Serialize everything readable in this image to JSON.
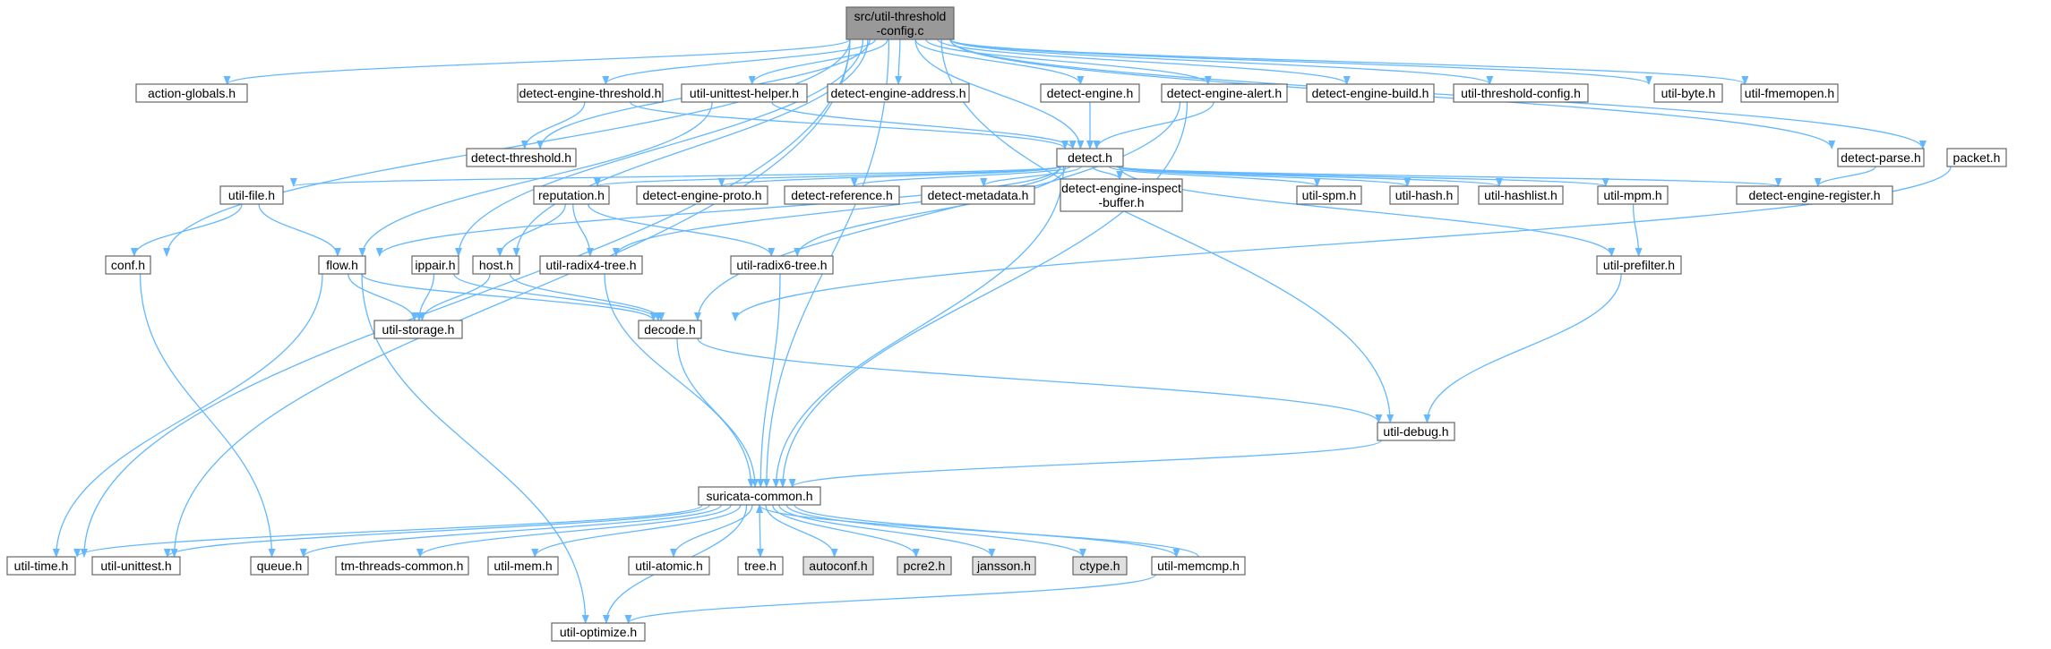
{
  "colors": {
    "root_fill": "#999999",
    "normal_fill": "#ffffff",
    "normal_border": "#666666",
    "red_border": "#ff0000",
    "gray_fill": "#e0e0e0",
    "edge": "#63b8ff"
  },
  "nodes": [
    {
      "id": "root",
      "lines": [
        "src/util-threshold",
        "-config.c"
      ],
      "style": "root"
    },
    {
      "id": "action-globals",
      "lines": [
        "action-globals.h"
      ],
      "style": "normal"
    },
    {
      "id": "detect-engine-threshold",
      "lines": [
        "detect-engine-threshold.h"
      ],
      "style": "normal"
    },
    {
      "id": "util-unittest-helper",
      "lines": [
        "util-unittest-helper.h"
      ],
      "style": "normal"
    },
    {
      "id": "detect-engine-address",
      "lines": [
        "detect-engine-address.h"
      ],
      "style": "normal"
    },
    {
      "id": "detect-engine",
      "lines": [
        "detect-engine.h"
      ],
      "style": "red"
    },
    {
      "id": "detect-engine-alert",
      "lines": [
        "detect-engine-alert.h"
      ],
      "style": "normal"
    },
    {
      "id": "detect-engine-build",
      "lines": [
        "detect-engine-build.h"
      ],
      "style": "normal"
    },
    {
      "id": "util-threshold-config",
      "lines": [
        "util-threshold-config.h"
      ],
      "style": "normal"
    },
    {
      "id": "util-byte",
      "lines": [
        "util-byte.h"
      ],
      "style": "red"
    },
    {
      "id": "util-fmemopen",
      "lines": [
        "util-fmemopen.h"
      ],
      "style": "red"
    },
    {
      "id": "detect-threshold",
      "lines": [
        "detect-threshold.h"
      ],
      "style": "normal"
    },
    {
      "id": "detect",
      "lines": [
        "detect.h"
      ],
      "style": "normal"
    },
    {
      "id": "detect-parse",
      "lines": [
        "detect-parse.h"
      ],
      "style": "red"
    },
    {
      "id": "packet",
      "lines": [
        "packet.h"
      ],
      "style": "red"
    },
    {
      "id": "util-file",
      "lines": [
        "util-file.h"
      ],
      "style": "red"
    },
    {
      "id": "reputation",
      "lines": [
        "reputation.h"
      ],
      "style": "normal"
    },
    {
      "id": "detect-engine-proto",
      "lines": [
        "detect-engine-proto.h"
      ],
      "style": "normal"
    },
    {
      "id": "detect-reference",
      "lines": [
        "detect-reference.h"
      ],
      "style": "normal"
    },
    {
      "id": "detect-metadata",
      "lines": [
        "detect-metadata.h"
      ],
      "style": "normal"
    },
    {
      "id": "detect-engine-inspect-buffer",
      "lines": [
        "detect-engine-inspect",
        "-buffer.h"
      ],
      "style": "normal"
    },
    {
      "id": "util-spm",
      "lines": [
        "util-spm.h"
      ],
      "style": "red"
    },
    {
      "id": "util-hash",
      "lines": [
        "util-hash.h"
      ],
      "style": "normal"
    },
    {
      "id": "util-hashlist",
      "lines": [
        "util-hashlist.h"
      ],
      "style": "normal"
    },
    {
      "id": "util-mpm",
      "lines": [
        "util-mpm.h"
      ],
      "style": "red"
    },
    {
      "id": "detect-engine-register",
      "lines": [
        "detect-engine-register.h"
      ],
      "style": "normal"
    },
    {
      "id": "conf",
      "lines": [
        "conf.h"
      ],
      "style": "normal"
    },
    {
      "id": "flow",
      "lines": [
        "flow.h"
      ],
      "style": "red"
    },
    {
      "id": "ippair",
      "lines": [
        "ippair.h"
      ],
      "style": "normal"
    },
    {
      "id": "host",
      "lines": [
        "host.h"
      ],
      "style": "normal"
    },
    {
      "id": "util-radix4-tree",
      "lines": [
        "util-radix4-tree.h"
      ],
      "style": "normal"
    },
    {
      "id": "util-radix6-tree",
      "lines": [
        "util-radix6-tree.h"
      ],
      "style": "normal"
    },
    {
      "id": "util-prefilter",
      "lines": [
        "util-prefilter.h"
      ],
      "style": "normal"
    },
    {
      "id": "util-storage",
      "lines": [
        "util-storage.h"
      ],
      "style": "normal"
    },
    {
      "id": "decode",
      "lines": [
        "decode.h"
      ],
      "style": "red"
    },
    {
      "id": "util-debug",
      "lines": [
        "util-debug.h"
      ],
      "style": "red"
    },
    {
      "id": "suricata-common",
      "lines": [
        "suricata-common.h"
      ],
      "style": "normal"
    },
    {
      "id": "util-time",
      "lines": [
        "util-time.h"
      ],
      "style": "normal"
    },
    {
      "id": "util-unittest",
      "lines": [
        "util-unittest.h"
      ],
      "style": "normal"
    },
    {
      "id": "queue",
      "lines": [
        "queue.h"
      ],
      "style": "normal"
    },
    {
      "id": "tm-threads-common",
      "lines": [
        "tm-threads-common.h"
      ],
      "style": "normal"
    },
    {
      "id": "util-mem",
      "lines": [
        "util-mem.h"
      ],
      "style": "normal"
    },
    {
      "id": "util-atomic",
      "lines": [
        "util-atomic.h"
      ],
      "style": "normal"
    },
    {
      "id": "tree",
      "lines": [
        "tree.h"
      ],
      "style": "normal"
    },
    {
      "id": "autoconf",
      "lines": [
        "autoconf.h"
      ],
      "style": "gray"
    },
    {
      "id": "pcre2",
      "lines": [
        "pcre2.h"
      ],
      "style": "gray"
    },
    {
      "id": "jansson",
      "lines": [
        "jansson.h"
      ],
      "style": "gray"
    },
    {
      "id": "ctype",
      "lines": [
        "ctype.h"
      ],
      "style": "gray"
    },
    {
      "id": "util-memcmp",
      "lines": [
        "util-memcmp.h"
      ],
      "style": "normal"
    },
    {
      "id": "util-optimize",
      "lines": [
        "util-optimize.h"
      ],
      "style": "normal"
    }
  ],
  "edges": [
    [
      "root",
      "action-globals"
    ],
    [
      "root",
      "detect-engine-threshold"
    ],
    [
      "root",
      "util-unittest-helper"
    ],
    [
      "root",
      "detect-engine-address"
    ],
    [
      "root",
      "detect-engine"
    ],
    [
      "root",
      "detect-engine-alert"
    ],
    [
      "root",
      "detect-engine-build"
    ],
    [
      "root",
      "util-threshold-config"
    ],
    [
      "root",
      "util-byte"
    ],
    [
      "root",
      "util-fmemopen"
    ],
    [
      "root",
      "detect-threshold"
    ],
    [
      "root",
      "detect"
    ],
    [
      "root",
      "detect-parse"
    ],
    [
      "root",
      "packet"
    ],
    [
      "root",
      "conf"
    ],
    [
      "root",
      "ippair"
    ],
    [
      "root",
      "host"
    ],
    [
      "root",
      "suricata-common"
    ],
    [
      "root",
      "util-time"
    ],
    [
      "root",
      "util-unittest"
    ],
    [
      "root",
      "util-debug"
    ],
    [
      "detect-engine-threshold",
      "detect-threshold"
    ],
    [
      "detect-engine-threshold",
      "detect"
    ],
    [
      "util-unittest-helper",
      "detect"
    ],
    [
      "util-unittest-helper",
      "flow"
    ],
    [
      "detect-engine",
      "detect"
    ],
    [
      "detect-engine-alert",
      "detect"
    ],
    [
      "detect-engine-alert",
      "decode"
    ],
    [
      "detect-engine-alert",
      "suricata-common"
    ],
    [
      "detect-parse",
      "detect-engine-register"
    ],
    [
      "packet",
      "decode"
    ],
    [
      "detect",
      "util-file"
    ],
    [
      "detect",
      "reputation"
    ],
    [
      "detect",
      "detect-engine-proto"
    ],
    [
      "detect",
      "detect-reference"
    ],
    [
      "detect",
      "detect-metadata"
    ],
    [
      "detect",
      "detect-engine-inspect-buffer"
    ],
    [
      "detect",
      "util-spm"
    ],
    [
      "detect",
      "util-hash"
    ],
    [
      "detect",
      "util-hashlist"
    ],
    [
      "detect",
      "util-mpm"
    ],
    [
      "detect",
      "detect-engine-register"
    ],
    [
      "detect",
      "flow"
    ],
    [
      "detect",
      "util-radix4-tree"
    ],
    [
      "detect",
      "util-radix6-tree"
    ],
    [
      "detect",
      "util-prefilter"
    ],
    [
      "detect",
      "suricata-common"
    ],
    [
      "util-file",
      "conf"
    ],
    [
      "util-file",
      "flow"
    ],
    [
      "reputation",
      "host"
    ],
    [
      "reputation",
      "util-radix4-tree"
    ],
    [
      "reputation",
      "util-radix6-tree"
    ],
    [
      "util-mpm",
      "util-prefilter"
    ],
    [
      "conf",
      "queue"
    ],
    [
      "flow",
      "util-storage"
    ],
    [
      "flow",
      "decode"
    ],
    [
      "flow",
      "util-time"
    ],
    [
      "flow",
      "util-optimize"
    ],
    [
      "ippair",
      "util-storage"
    ],
    [
      "ippair",
      "decode"
    ],
    [
      "host",
      "util-storage"
    ],
    [
      "host",
      "decode"
    ],
    [
      "util-radix4-tree",
      "suricata-common"
    ],
    [
      "util-radix6-tree",
      "suricata-common"
    ],
    [
      "util-prefilter",
      "util-debug"
    ],
    [
      "decode",
      "suricata-common"
    ],
    [
      "decode",
      "util-debug"
    ],
    [
      "util-debug",
      "suricata-common"
    ],
    [
      "suricata-common",
      "util-time"
    ],
    [
      "suricata-common",
      "util-unittest"
    ],
    [
      "suricata-common",
      "queue"
    ],
    [
      "suricata-common",
      "tm-threads-common"
    ],
    [
      "suricata-common",
      "util-mem"
    ],
    [
      "suricata-common",
      "util-atomic"
    ],
    [
      "suricata-common",
      "tree"
    ],
    [
      "suricata-common",
      "autoconf"
    ],
    [
      "suricata-common",
      "pcre2"
    ],
    [
      "suricata-common",
      "jansson"
    ],
    [
      "suricata-common",
      "ctype"
    ],
    [
      "suricata-common",
      "util-memcmp"
    ],
    [
      "suricata-common",
      "util-optimize"
    ],
    [
      "util-memcmp",
      "suricata-common"
    ],
    [
      "util-memcmp",
      "util-optimize"
    ]
  ]
}
